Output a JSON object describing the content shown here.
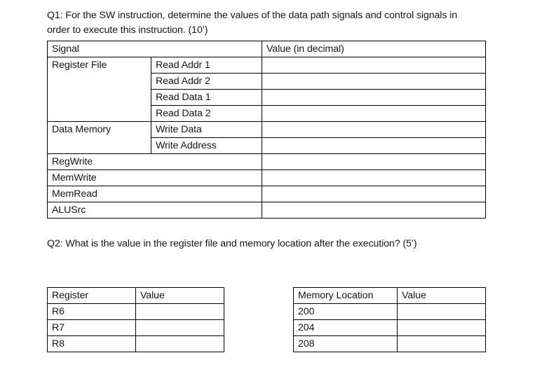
{
  "document": {
    "background_color": "#ffffff",
    "text_color": "#161616",
    "border_color": "#000000"
  },
  "q1": {
    "text": "Q1: For the SW instruction, determine the values of the data path signals and control signals in order to execute this instruction. (10’)"
  },
  "q2": {
    "text": "Q2: What is the value in the register file and memory location after the execution? (5’)"
  },
  "signals_table": {
    "headers": {
      "signal": "Signal",
      "value": "Value (in decimal)"
    },
    "groups": [
      {
        "name": "Register File",
        "rows": [
          {
            "sub": "Read Addr 1",
            "value": ""
          },
          {
            "sub": "Read Addr 2",
            "value": ""
          },
          {
            "sub": "Read Data 1",
            "value": ""
          },
          {
            "sub": "Read Data 2",
            "value": ""
          }
        ]
      },
      {
        "name": "Data Memory",
        "rows": [
          {
            "sub": "Write Data",
            "value": ""
          },
          {
            "sub": "Write Address",
            "value": ""
          }
        ]
      }
    ],
    "control_rows": [
      {
        "signal": "RegWrite",
        "value": ""
      },
      {
        "signal": "MemWrite",
        "value": ""
      },
      {
        "signal": "MemRead",
        "value": ""
      },
      {
        "signal": "ALUSrc",
        "value": ""
      }
    ]
  },
  "register_table": {
    "headers": {
      "col1": "Register",
      "col2": "Value"
    },
    "rows": [
      {
        "register": "R6",
        "value": ""
      },
      {
        "register": "R7",
        "value": ""
      },
      {
        "register": "R8",
        "value": ""
      }
    ]
  },
  "memory_table": {
    "headers": {
      "col1": "Memory Location",
      "col2": "Value"
    },
    "rows": [
      {
        "location": "200",
        "value": ""
      },
      {
        "location": "204",
        "value": ""
      },
      {
        "location": "208",
        "value": ""
      }
    ]
  }
}
